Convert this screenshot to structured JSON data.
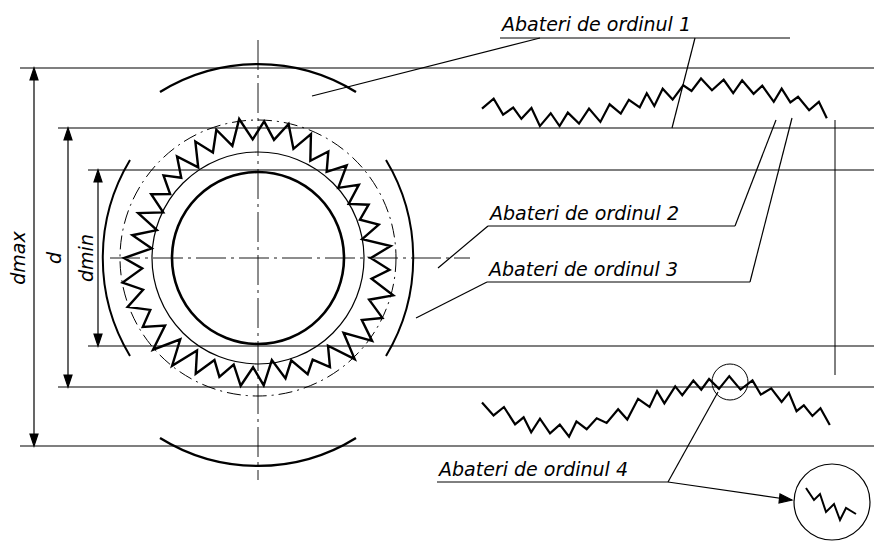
{
  "diagram": {
    "labels": [
      "Abateri de ordinul 1",
      "Abateri de ordinul 2",
      "Abateri de ordinul 3",
      "Abateri de ordinul 4",
      "dmax",
      "d",
      "dmin"
    ]
  }
}
